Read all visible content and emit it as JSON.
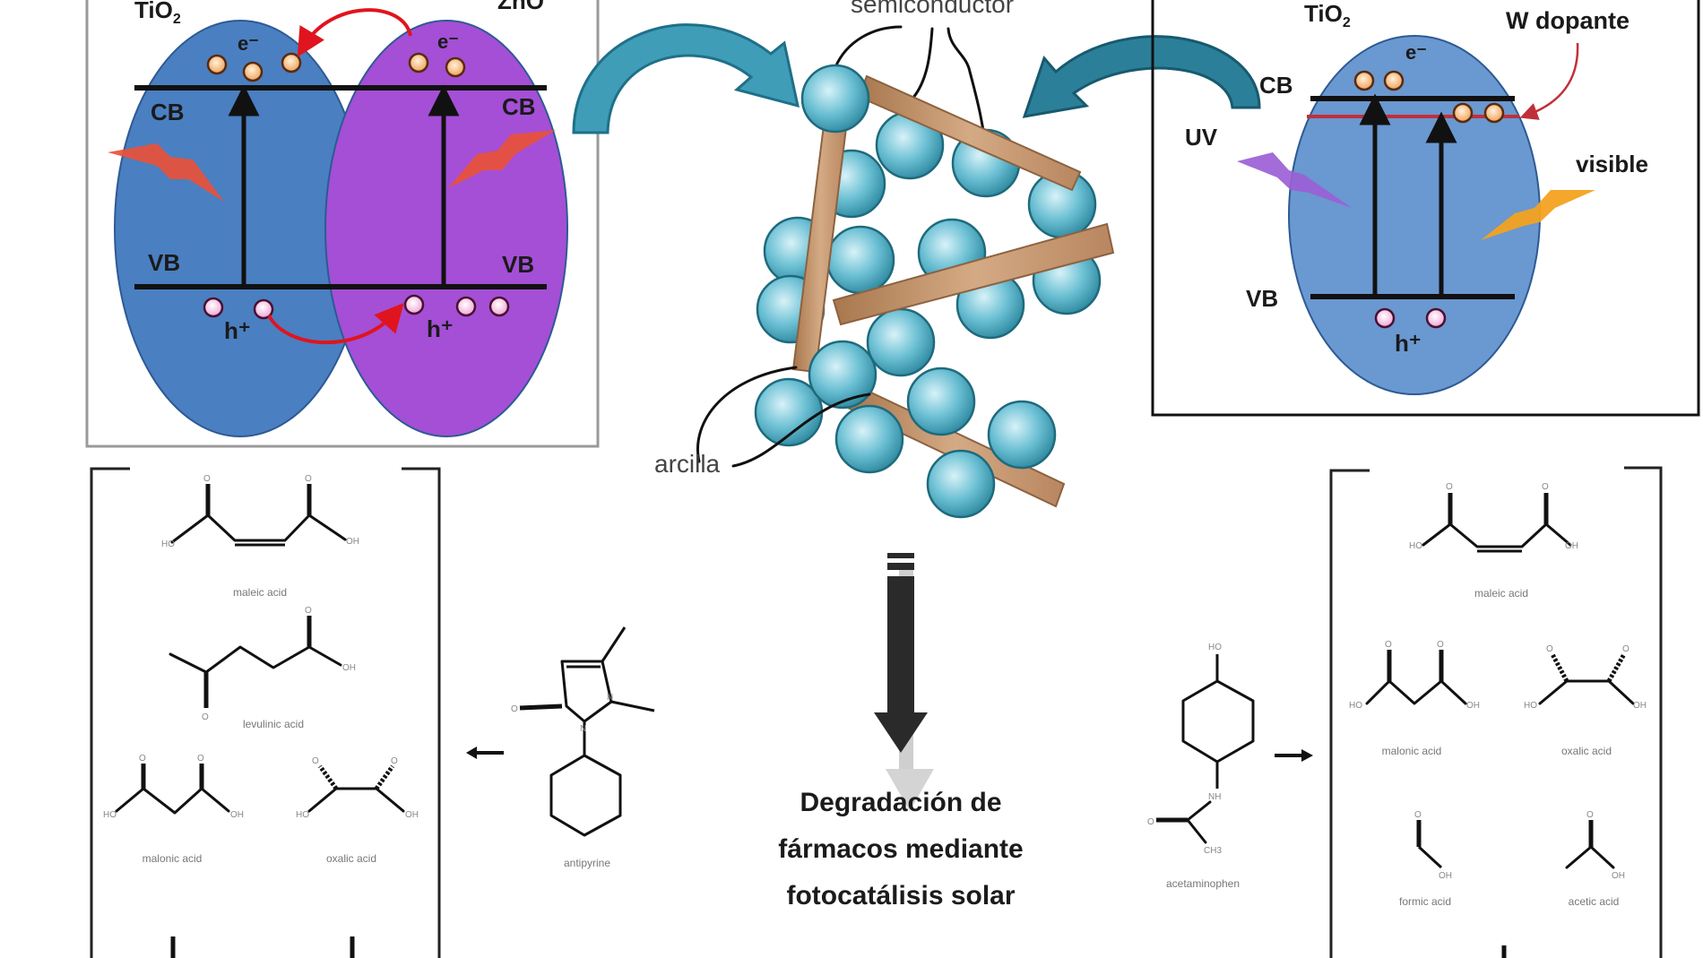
{
  "panel_left": {
    "material_a": "TiO",
    "material_a_sub": "2",
    "material_b": "ZnO",
    "cb_label": "CB",
    "vb_label": "VB",
    "electron_label": "e⁻",
    "hole_label": "h⁺",
    "colors": {
      "tio2": "#4a7fc1",
      "zno": "#a44fd6",
      "transfer_arrow": "#e0141e",
      "light_bolt": "#e8513a"
    }
  },
  "panel_center": {
    "semiconductor_label": "semiconductor",
    "clay_label": "arcilla",
    "colors": {
      "particle": "#5fb3c8",
      "clay": "#c69a72",
      "curved_arrow": "#2a8aa3"
    }
  },
  "panel_right": {
    "material": "TiO",
    "material_sub": "2",
    "dopant_label": "W dopante",
    "cb_label": "CB",
    "vb_label": "VB",
    "uv_label": "UV",
    "visible_label": "visible",
    "electron_label": "e⁻",
    "hole_label": "h⁺",
    "colors": {
      "tio2": "#6a98d0",
      "dopant": "#c0303a",
      "uv_bolt": "#9b5fd6",
      "visible_bolt": "#f3a21f"
    }
  },
  "central_text": {
    "line1": "Degradación de",
    "line2": "fármacos mediante",
    "line3": "fotocatálisis solar"
  },
  "left_products": {
    "parent_drug": "antipyrine",
    "products": [
      "maleic acid",
      "levulinic acid",
      "malonic acid",
      "oxalic acid"
    ]
  },
  "right_products": {
    "parent_drug": "acetaminophen",
    "products": [
      "maleic acid",
      "malonic acid",
      "oxalic acid",
      "formic acid",
      "acetic acid"
    ]
  },
  "atoms": {
    "O": "O",
    "OH": "OH",
    "HO": "HO",
    "N": "N",
    "NH": "NH",
    "CH3": "CH3"
  }
}
